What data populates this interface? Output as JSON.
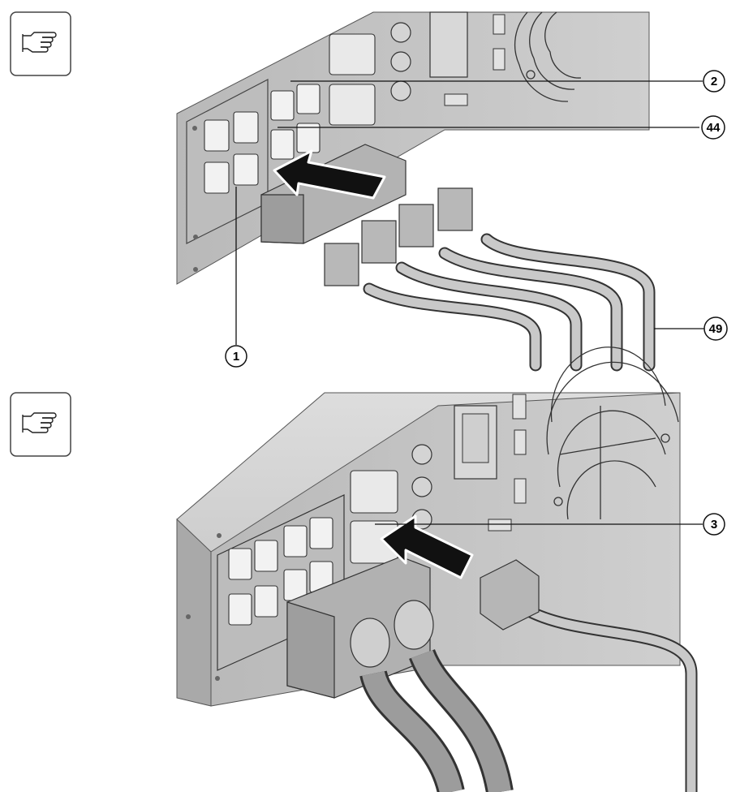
{
  "icons": [
    {
      "name": "pointing-hand-icon"
    },
    {
      "name": "pointing-hand-icon"
    }
  ],
  "callouts": {
    "top": [
      "2",
      "44",
      "1",
      "49"
    ],
    "bottom": [
      "3"
    ]
  }
}
